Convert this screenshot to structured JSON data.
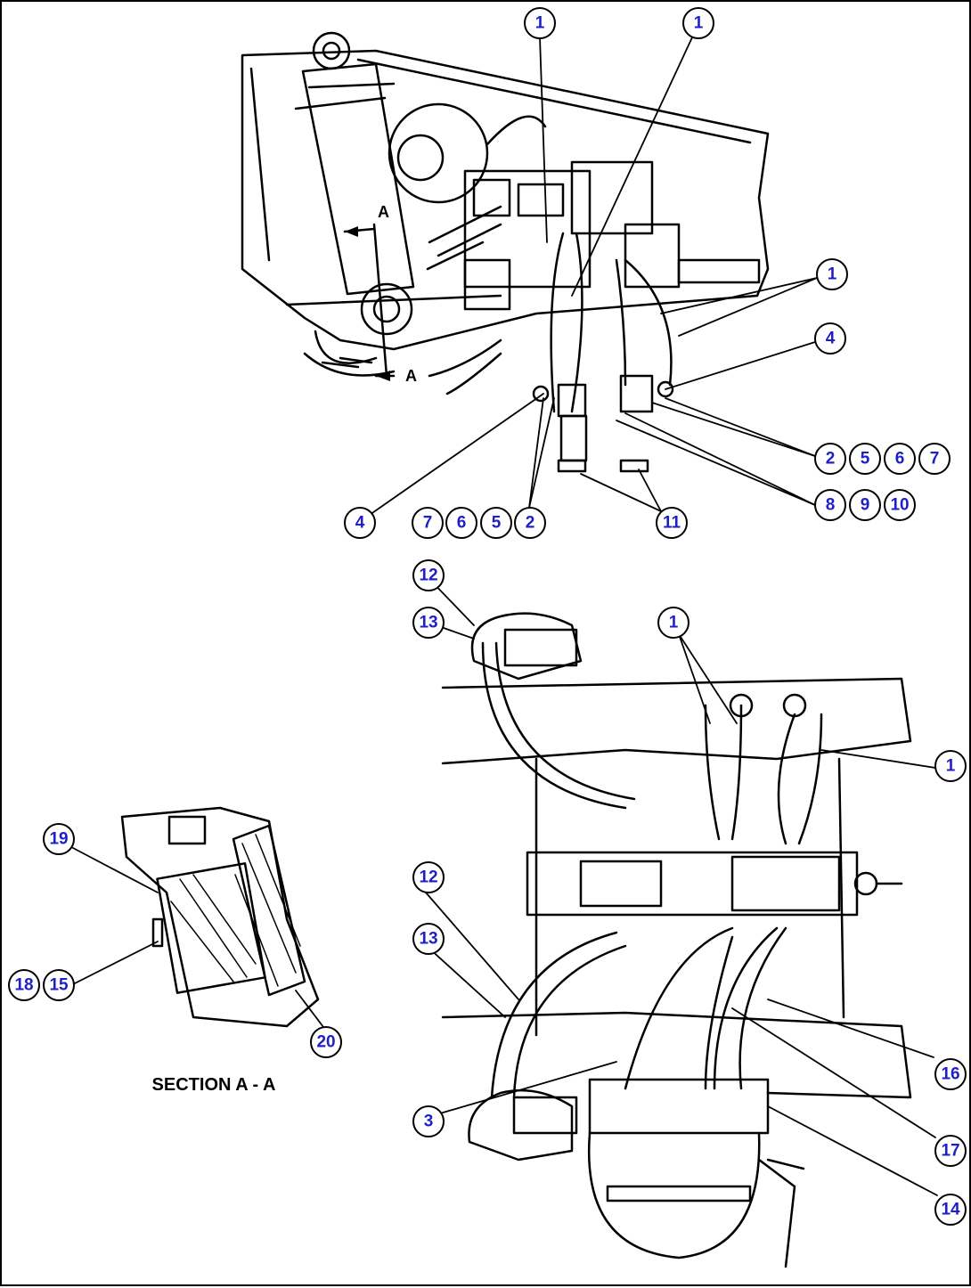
{
  "section_title": "SECTION A - A",
  "section_marks": [
    "A",
    "A"
  ],
  "callouts": [
    {
      "id": "c1a",
      "label": "1"
    },
    {
      "id": "c1b",
      "label": "1"
    },
    {
      "id": "c1c",
      "label": "1"
    },
    {
      "id": "c4a",
      "label": "4"
    },
    {
      "id": "c2a",
      "label": "2"
    },
    {
      "id": "c5a",
      "label": "5"
    },
    {
      "id": "c6a",
      "label": "6"
    },
    {
      "id": "c7a",
      "label": "7"
    },
    {
      "id": "c8",
      "label": "8"
    },
    {
      "id": "c9",
      "label": "9"
    },
    {
      "id": "c10",
      "label": "10"
    },
    {
      "id": "c4b",
      "label": "4"
    },
    {
      "id": "c7b",
      "label": "7"
    },
    {
      "id": "c6b",
      "label": "6"
    },
    {
      "id": "c5b",
      "label": "5"
    },
    {
      "id": "c2b",
      "label": "2"
    },
    {
      "id": "c11",
      "label": "11"
    },
    {
      "id": "c12a",
      "label": "12"
    },
    {
      "id": "c13a",
      "label": "13"
    },
    {
      "id": "c1d",
      "label": "1"
    },
    {
      "id": "c1e",
      "label": "1"
    },
    {
      "id": "c19",
      "label": "19"
    },
    {
      "id": "c12b",
      "label": "12"
    },
    {
      "id": "c13b",
      "label": "13"
    },
    {
      "id": "c18",
      "label": "18"
    },
    {
      "id": "c15",
      "label": "15"
    },
    {
      "id": "c20",
      "label": "20"
    },
    {
      "id": "c16",
      "label": "16"
    },
    {
      "id": "c3",
      "label": "3"
    },
    {
      "id": "c17",
      "label": "17"
    },
    {
      "id": "c14",
      "label": "14"
    }
  ]
}
